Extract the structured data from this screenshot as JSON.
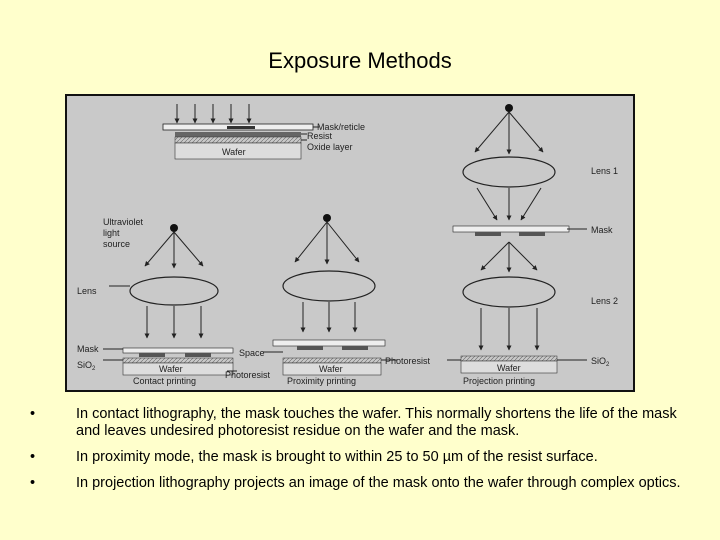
{
  "slide": {
    "title": "Exposure Methods"
  },
  "figure": {
    "labels": {
      "mask_reticle": "Mask/reticle",
      "resist": "Resist",
      "oxide_layer": "Oxide layer",
      "wafer": "Wafer",
      "uv_line1": "Ultraviolet",
      "uv_line2": "light",
      "uv_line3": "source",
      "lens": "Lens",
      "lens1": "Lens 1",
      "lens2": "Lens 2",
      "mask": "Mask",
      "sio2": "SiO",
      "sio2_sub": "2",
      "space": "Space",
      "photoresist": "Photoresist",
      "contact_printing": "Contact printing",
      "proximity_printing": "Proximity printing",
      "projection_printing": "Projection printing"
    }
  },
  "bullets": [
    {
      "symbol": "•",
      "text": "In contact lithography, the mask touches the wafer. This normally shortens the life of the mask and leaves undesired photoresist residue on the wafer and the mask."
    },
    {
      "symbol": "•",
      "text": "In proximity mode, the mask is brought to within 25 to 50 µm of the resist surface."
    },
    {
      "symbol": "•",
      "text": "In projection lithography projects an image of the mask onto the wafer through complex optics."
    }
  ]
}
